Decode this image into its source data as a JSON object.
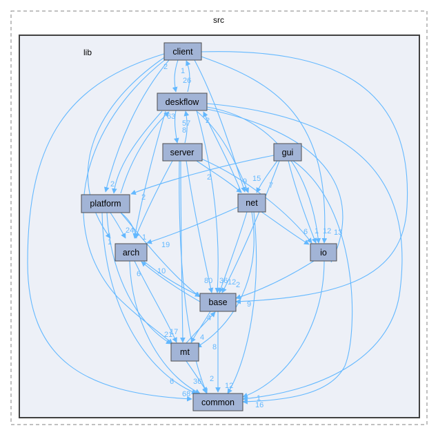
{
  "clusters": {
    "outer": "src",
    "inner": "lib"
  },
  "colors": {
    "node_fill": "#a2b4d6",
    "node_stroke": "#4d4d4d",
    "inner_fill": "#edf0f7",
    "inner_stroke": "#404040",
    "outer_stroke": "#808080",
    "edge": "#63b8ff"
  },
  "nodes": [
    {
      "id": "client",
      "label": "client"
    },
    {
      "id": "deskflow",
      "label": "deskflow"
    },
    {
      "id": "server",
      "label": "server"
    },
    {
      "id": "gui",
      "label": "gui"
    },
    {
      "id": "platform",
      "label": "platform"
    },
    {
      "id": "net",
      "label": "net"
    },
    {
      "id": "arch",
      "label": "arch"
    },
    {
      "id": "io",
      "label": "io"
    },
    {
      "id": "base",
      "label": "base"
    },
    {
      "id": "mt",
      "label": "mt"
    },
    {
      "id": "common",
      "label": "common"
    }
  ],
  "edge_labels": [
    "2",
    "1",
    "26",
    "2",
    "63",
    "57",
    "8",
    "2",
    "2",
    "2",
    "9",
    "15",
    "7",
    "6",
    "1",
    "12",
    "1",
    "24",
    "1",
    "19",
    "10",
    "6",
    "80",
    "36",
    "12",
    "2",
    "17",
    "21",
    "4",
    "1",
    "4",
    "8",
    "9",
    "6",
    "2",
    "12",
    "36",
    "68",
    "1",
    "16",
    "13"
  ]
}
